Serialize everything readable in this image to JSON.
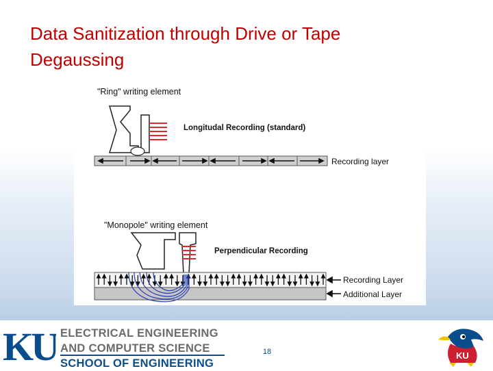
{
  "slide": {
    "title_line1": "Data Sanitization through Drive or Tape",
    "title_line2": "Degaussing",
    "page_number": "18"
  },
  "diagram": {
    "ring_label": "\"Ring\" writing element",
    "longitudinal_label": "Longitudal Recording (standard)",
    "recording_layer_label": "Recording layer",
    "monopole_label": "\"Monopole\" writing element",
    "perpendicular_label": "Perpendicular Recording",
    "perp_recording_layer_label": "Recording Layer",
    "additional_layer_label": "Additional Layer"
  },
  "footer": {
    "logo_text": "KU",
    "dept_line1": "ELECTRICAL ENGINEERING",
    "dept_line2": "AND COMPUTER SCIENCE",
    "dept_line3": "SCHOOL OF ENGINEERING"
  },
  "colors": {
    "title": "#c00000",
    "ku_blue": "#0a4d8c",
    "field_lines": "#2a3fb0",
    "coil_red": "#e0282d"
  }
}
